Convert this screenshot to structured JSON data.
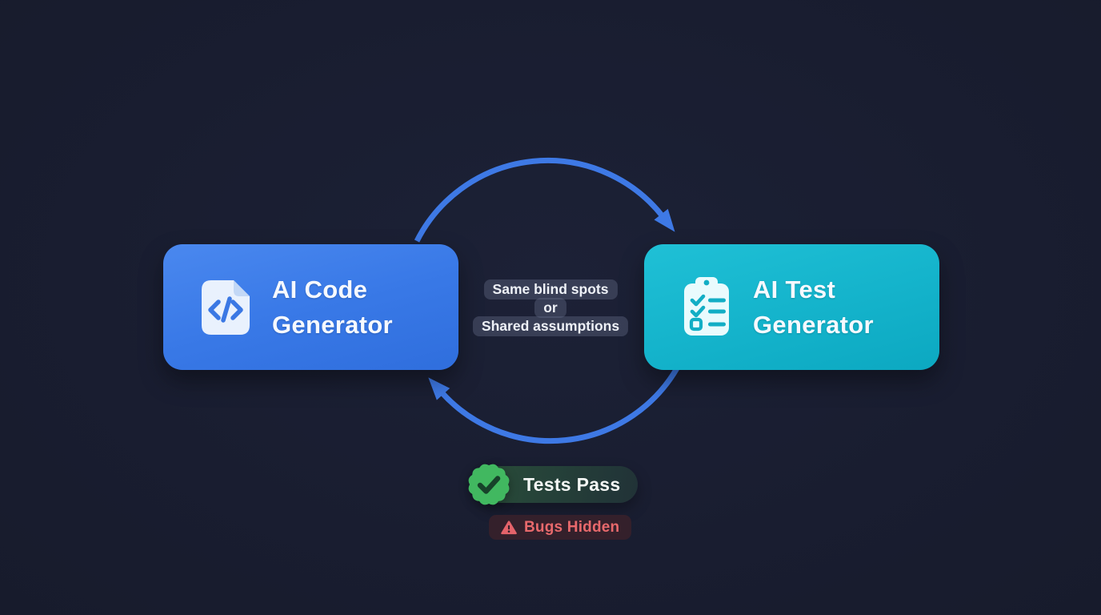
{
  "diagram": {
    "nodes": [
      {
        "id": "ai-code-generator",
        "title_line1": "AI Code",
        "title_line2": "Generator",
        "icon": "code-file-icon",
        "color": "#3b7ce8"
      },
      {
        "id": "ai-test-generator",
        "title_line1": "AI Test",
        "title_line2": "Generator",
        "icon": "clipboard-checklist-icon",
        "color": "#14b4cb"
      }
    ],
    "center_label": {
      "lines": [
        "Same blind spots",
        "or",
        "Shared assumptions"
      ]
    },
    "loop": {
      "arrow_color": "#3e79e5",
      "direction": "cycle between code generator and test generator"
    },
    "badges": {
      "tests_pass": {
        "label": "Tests Pass",
        "icon": "verified-seal-check-icon",
        "seal_color": "#41b860",
        "text_color": "#f4f7f5",
        "pill_color": "#25413a"
      },
      "bugs_hidden": {
        "label": "Bugs Hidden",
        "icon": "warning-triangle-icon",
        "icon_color": "#e4636a",
        "text_color": "#e8696c",
        "pill_color": "#34202b"
      }
    },
    "colors": {
      "background": "#191d30",
      "text": "#f6f9fe"
    }
  }
}
